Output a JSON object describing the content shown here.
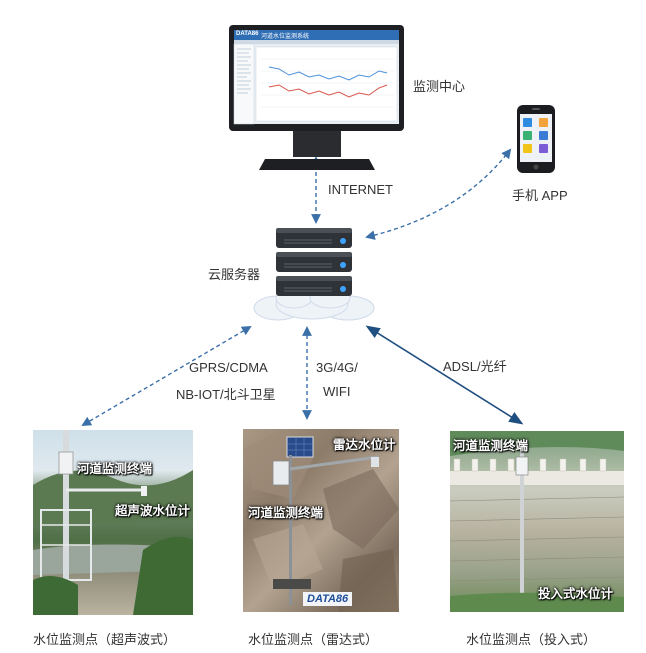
{
  "nodes": {
    "monitor_center": "监测中心",
    "mobile_app": "手机 APP",
    "cloud_server": "云服务器",
    "internet": "INTERNET",
    "link_left_1": "GPRS/CDMA",
    "link_left_2": "NB-IOT/北斗卫星",
    "link_mid_1": "3G/4G/",
    "link_mid_2": "WIFI",
    "link_right": "ADSL/光纤"
  },
  "screen": {
    "app_logo": "DATA86",
    "app_title": "河道水位监测系统"
  },
  "stations": [
    {
      "caption": "水位监测点（超声波式）",
      "tag_terminal": "河道监测终端",
      "tag_sensor": "超声波水位计"
    },
    {
      "caption": "水位监测点（雷达式）",
      "tag_terminal": "河道监测终端",
      "tag_sensor": "雷达水位计",
      "brand": "DATA86"
    },
    {
      "caption": "水位监测点（投入式）",
      "tag_terminal": "河道监测终端",
      "tag_sensor": "投入式水位计"
    }
  ],
  "colors": {
    "link": "#3a6fa8",
    "server": "#3b3f45",
    "server_led": "#3ea2ff"
  }
}
